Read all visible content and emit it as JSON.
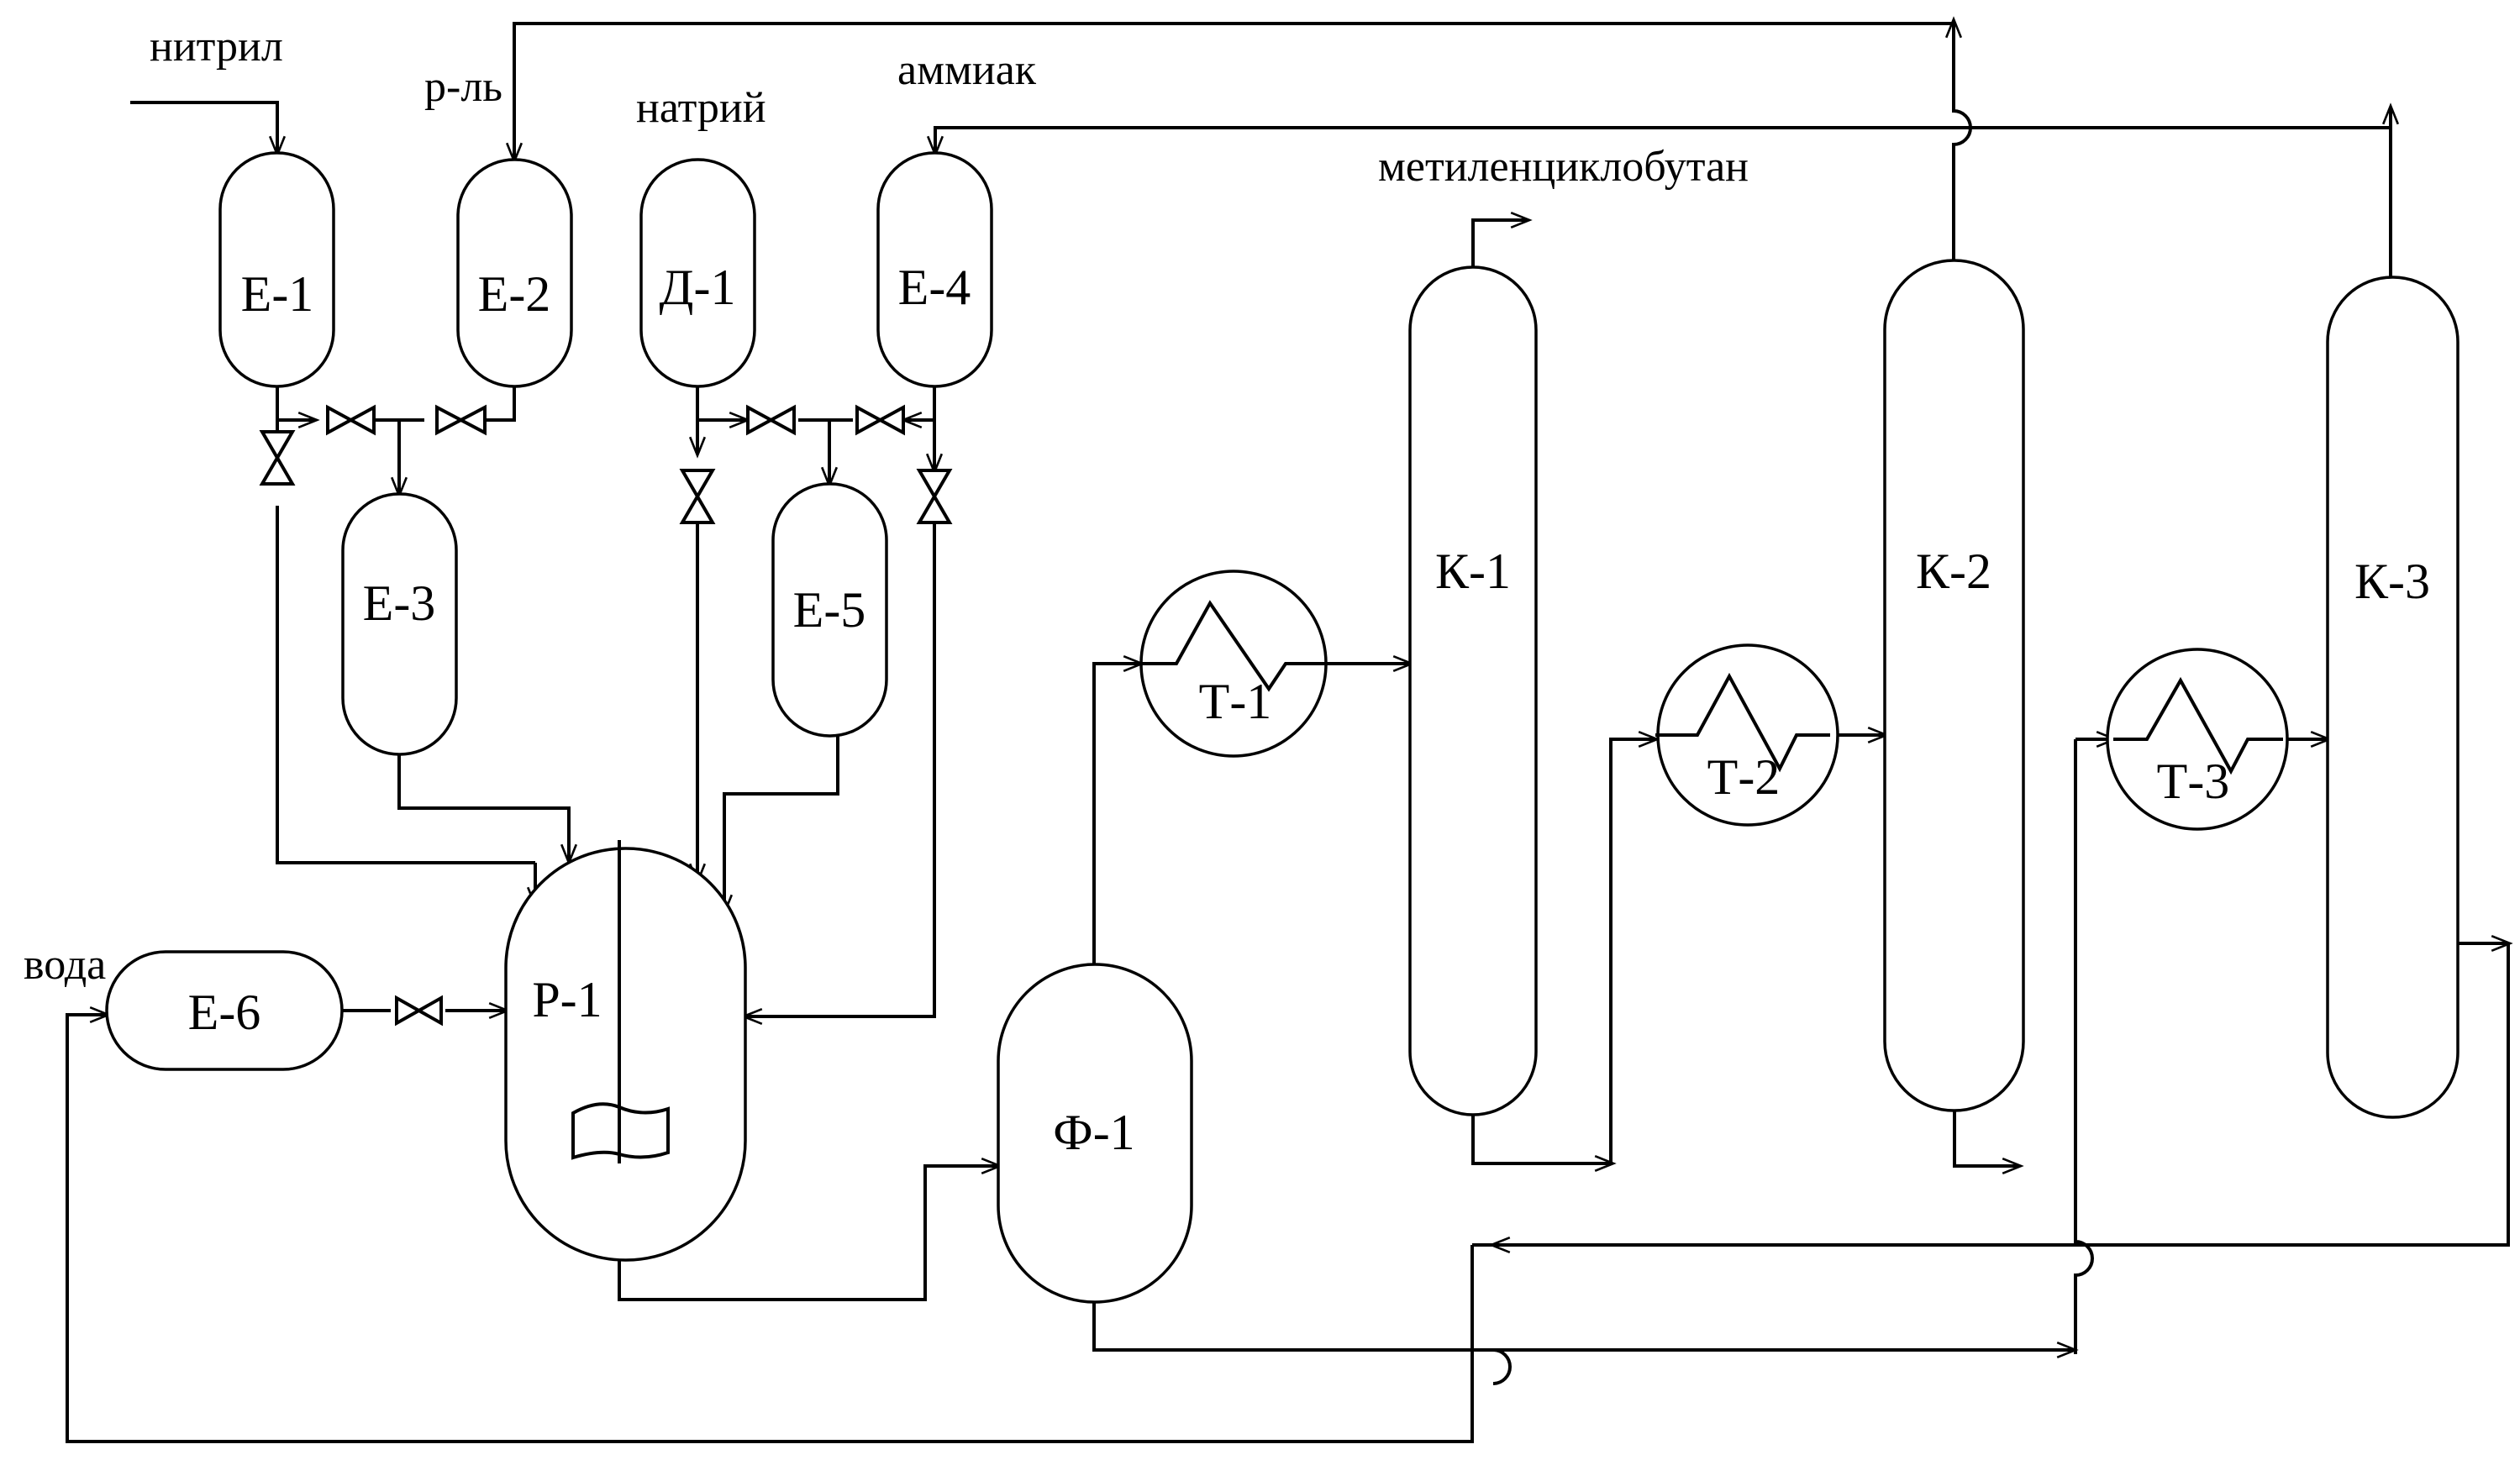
{
  "streams": {
    "nitrile": "нитрил",
    "solvent": "р-ль",
    "sodium": "натрий",
    "ammonia": "аммиак",
    "water": "вода",
    "product": "метиленциклобутан"
  },
  "equipment": {
    "e1": "Е-1",
    "e2": "Е-2",
    "d1": "Д-1",
    "e4": "Е-4",
    "e3": "Е-3",
    "e5": "Е-5",
    "e6": "Е-6",
    "r1": "Р-1",
    "f1": "Ф-1",
    "t1": "Т-1",
    "t2": "Т-2",
    "t3": "Т-3",
    "k1": "К-1",
    "k2": "К-2",
    "k3": "К-3"
  }
}
